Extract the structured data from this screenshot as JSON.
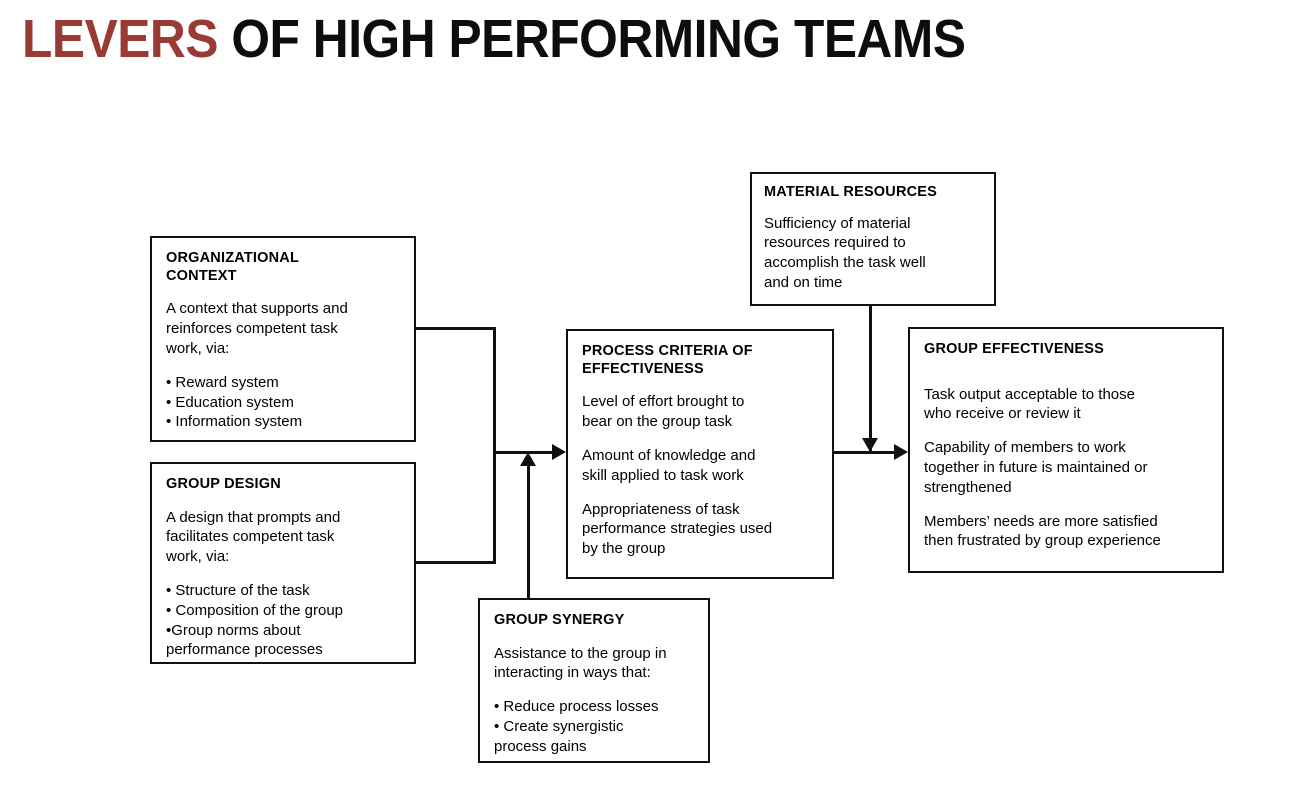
{
  "title": {
    "accent_text": "LEVERS",
    "rest_text": " OF HIGH PERFORMING TEAMS",
    "accent_color": "#9a3a37",
    "rest_color": "#0d0d0d"
  },
  "diagram": {
    "nodes": {
      "organizational_context": {
        "heading": "ORGANIZATIONAL\nCONTEXT",
        "body": "A context that supports and\nreinforces competent task\nwork, via:",
        "bullets": [
          "• Reward system",
          "• Education system",
          "• Information system"
        ]
      },
      "group_design": {
        "heading": "GROUP DESIGN",
        "body": "A design that prompts and\nfacilitates competent task\nwork, via:",
        "bullets": [
          "• Structure of the task",
          "• Composition of the group",
          "•Group norms about\nperformance processes"
        ]
      },
      "material_resources": {
        "heading": "MATERIAL RESOURCES",
        "body": "Sufficiency of material\nresources required to\naccomplish the task well\nand on time"
      },
      "process_criteria": {
        "heading": "PROCESS CRITERIA OF\nEFFECTIVENESS",
        "para1": "Level of effort brought to\nbear on the group task",
        "para2": "Amount of knowledge and\nskill applied to task work",
        "para3": "Appropriateness of task\nperformance strategies used\nby the group"
      },
      "group_effectiveness": {
        "heading": "GROUP EFFECTIVENESS",
        "para1": "Task output acceptable to those\nwho receive or review it",
        "para2": "Capability of members to work\ntogether in future is maintained or\nstrengthened",
        "para3": "Members’ needs are more satisfied\nthen frustrated by group experience"
      },
      "group_synergy": {
        "heading": "GROUP SYNERGY",
        "body": "Assistance to the group in\ninteracting in ways that:",
        "bullets": [
          "• Reduce process losses",
          "• Create synergistic\nprocess gains"
        ]
      }
    },
    "connector_color": "#111111",
    "box_border_color": "#111111",
    "background": "#ffffff"
  }
}
